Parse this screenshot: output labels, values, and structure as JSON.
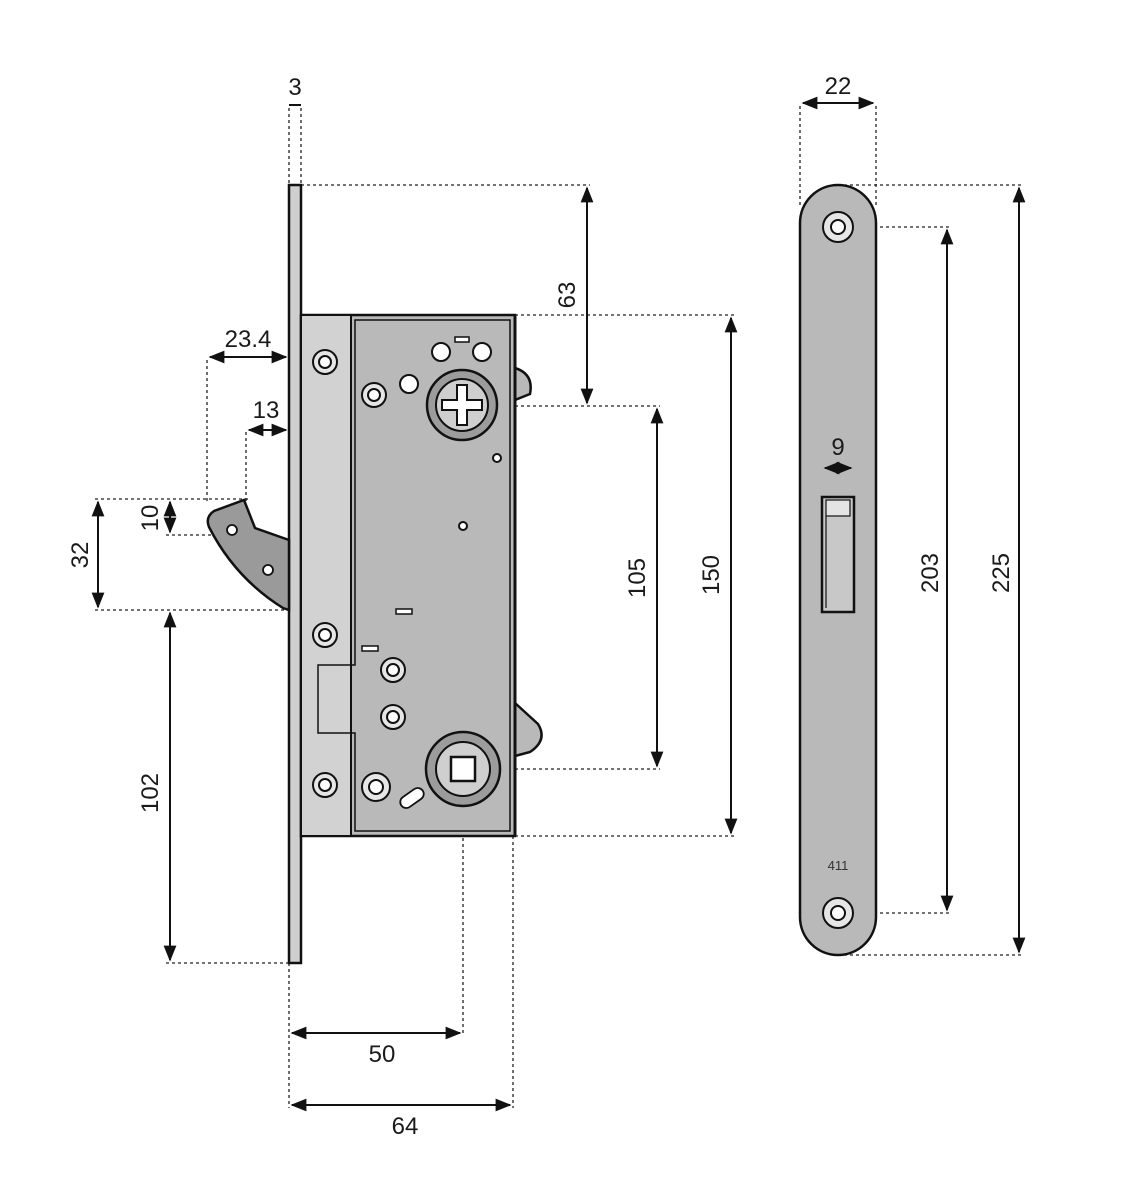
{
  "drawing": {
    "dimensions": {
      "faceplate_thickness": "3",
      "hook_reach": "23.4",
      "hook_throw": "13",
      "hook_depth": "10",
      "hook_height": "32",
      "hook_to_bottom": "102",
      "top_to_cylinder": "63",
      "cylinder_to_handle": "105",
      "case_height": "150",
      "backset": "50",
      "case_depth": "64",
      "strike_width": "22",
      "strike_slot_width": "9",
      "strike_hole_spacing": "203",
      "strike_length": "225"
    },
    "strike_marking": "411"
  },
  "colors": {
    "line": "#111111",
    "lock_body": "#b9b9b9",
    "faceplate": "#d2d2d2",
    "background": "#ffffff"
  }
}
